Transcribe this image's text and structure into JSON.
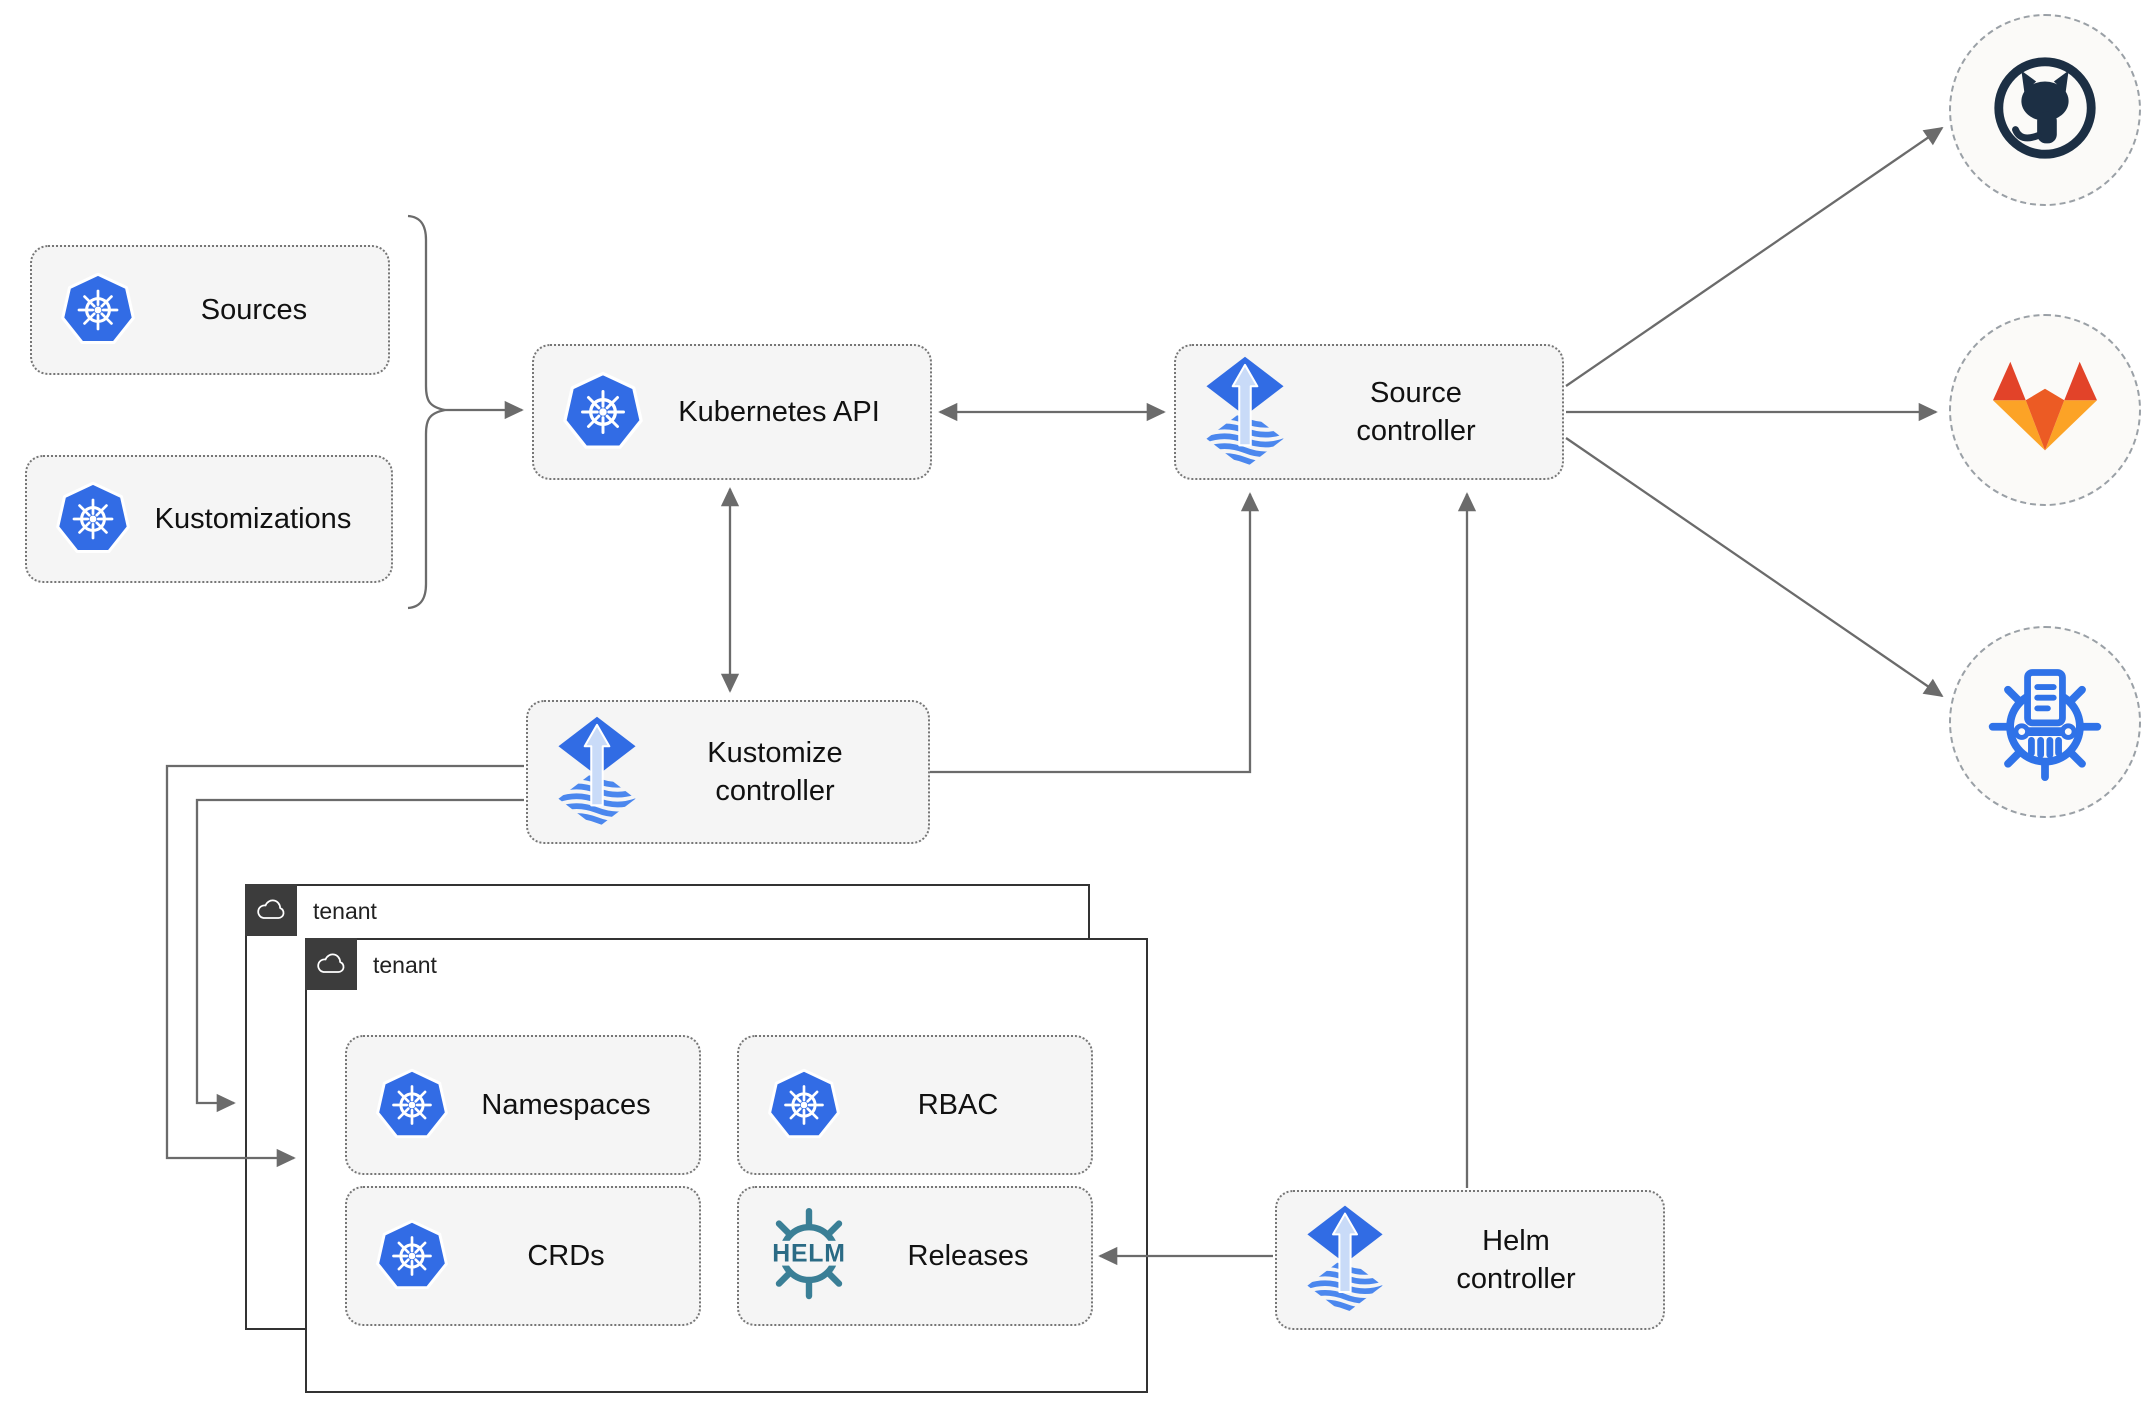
{
  "labels": {
    "sources": "Sources",
    "kustomizations": "Kustomizations",
    "kubernetes_api": "Kubernetes API",
    "source_controller_line1": "Source",
    "source_controller_line2": "controller",
    "kustomize_controller_line1": "Kustomize",
    "kustomize_controller_line2": "controller",
    "helm_controller_line1": "Helm",
    "helm_controller_line2": "controller",
    "namespaces": "Namespaces",
    "rbac": "RBAC",
    "crds": "CRDs",
    "releases": "Releases",
    "tenant_back": "tenant",
    "tenant_front": "tenant",
    "helm_logo_text": "HELM"
  },
  "icons": {
    "kubernetes": "kubernetes-wheel-icon",
    "flux": "flux-arrow-icon",
    "helm": "helm-wheel-icon",
    "github": "github-octocat-icon",
    "gitlab": "gitlab-tanuki-icon",
    "chartmuseum": "chartmuseum-icon",
    "cloud": "cloud-icon"
  },
  "colors": {
    "kubernetes_blue": "#326ce5",
    "flux_blue": "#316ce4",
    "flux_arrow_light": "#c9dbf8",
    "flux_wave_blue": "#4b87ee",
    "helm_teal": "#3a7f96",
    "helm_text_teal": "#2b6b85",
    "github_dark": "#1c2f44",
    "gitlab_dark_orange": "#e24329",
    "gitlab_orange": "#ec5b24",
    "gitlab_amber": "#fca326",
    "box_fill": "#f5f5f5",
    "connector_gray": "#6b6b6b",
    "tenant_border": "#333333",
    "tenant_tab_bg": "#3c3c3c"
  },
  "connections": [
    "sources+kustomizations -> kubernetes-api",
    "kubernetes-api <-> source-controller",
    "kubernetes-api <-> kustomize-controller",
    "kustomize-controller -> source-controller",
    "helm-controller -> source-controller",
    "helm-controller -> releases",
    "kustomize-controller -> tenant-front",
    "kustomize-controller -> tenant-back",
    "source-controller -> github",
    "source-controller -> gitlab",
    "source-controller -> chartmuseum"
  ]
}
